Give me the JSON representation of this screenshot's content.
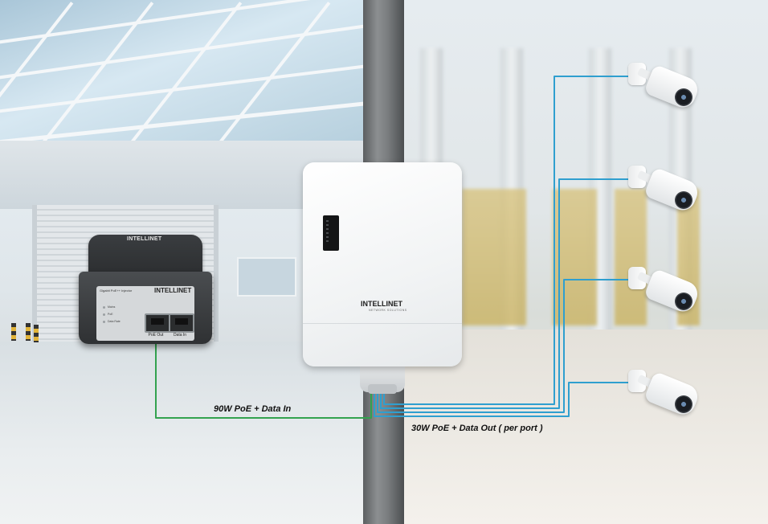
{
  "labels": {
    "power_in": "90W PoE + Data In",
    "power_out": "30W PoE + Data Out ( per port )"
  },
  "injector": {
    "brand": "INTELLINET",
    "panel_title": "Gigabit PoE++ Injector",
    "leds": [
      "Mains",
      "PoE",
      "Data Rate"
    ],
    "ports": [
      "PoE Out",
      "Data In"
    ]
  },
  "switch": {
    "brand": "INTELLINET",
    "tagline": "NETWORK SOLUTIONS"
  },
  "cameras": [
    "camera",
    "camera",
    "camera",
    "camera"
  ],
  "colors": {
    "input_cable": "#33a24f",
    "output_cable": "#2f9fcf",
    "pole": "#7a7d7f"
  }
}
